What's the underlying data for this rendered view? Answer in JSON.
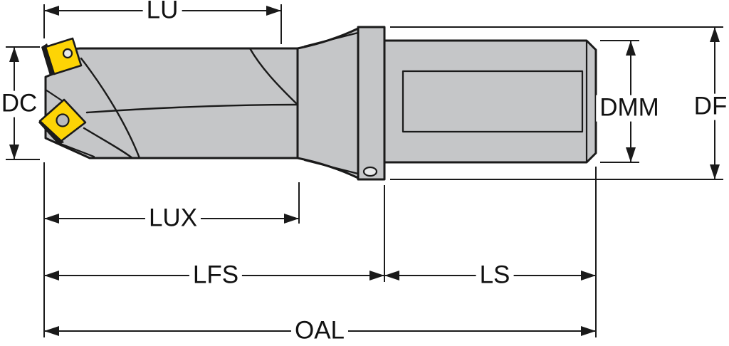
{
  "diagram": {
    "drawing": "indexable-insert-drill-side-view",
    "background": "#ffffff",
    "colors": {
      "body": "#c5c6c8",
      "insert": "#fdd405",
      "outline": "#1a1a1a",
      "label_text": "#111111",
      "label_background": "#ffffff"
    },
    "dimension_labels": {
      "lu": "LU",
      "dc": "DC",
      "dmm": "DMM",
      "df": "DF",
      "lux": "LUX",
      "lfs": "LFS",
      "ls": "LS",
      "oal": "OAL"
    }
  }
}
